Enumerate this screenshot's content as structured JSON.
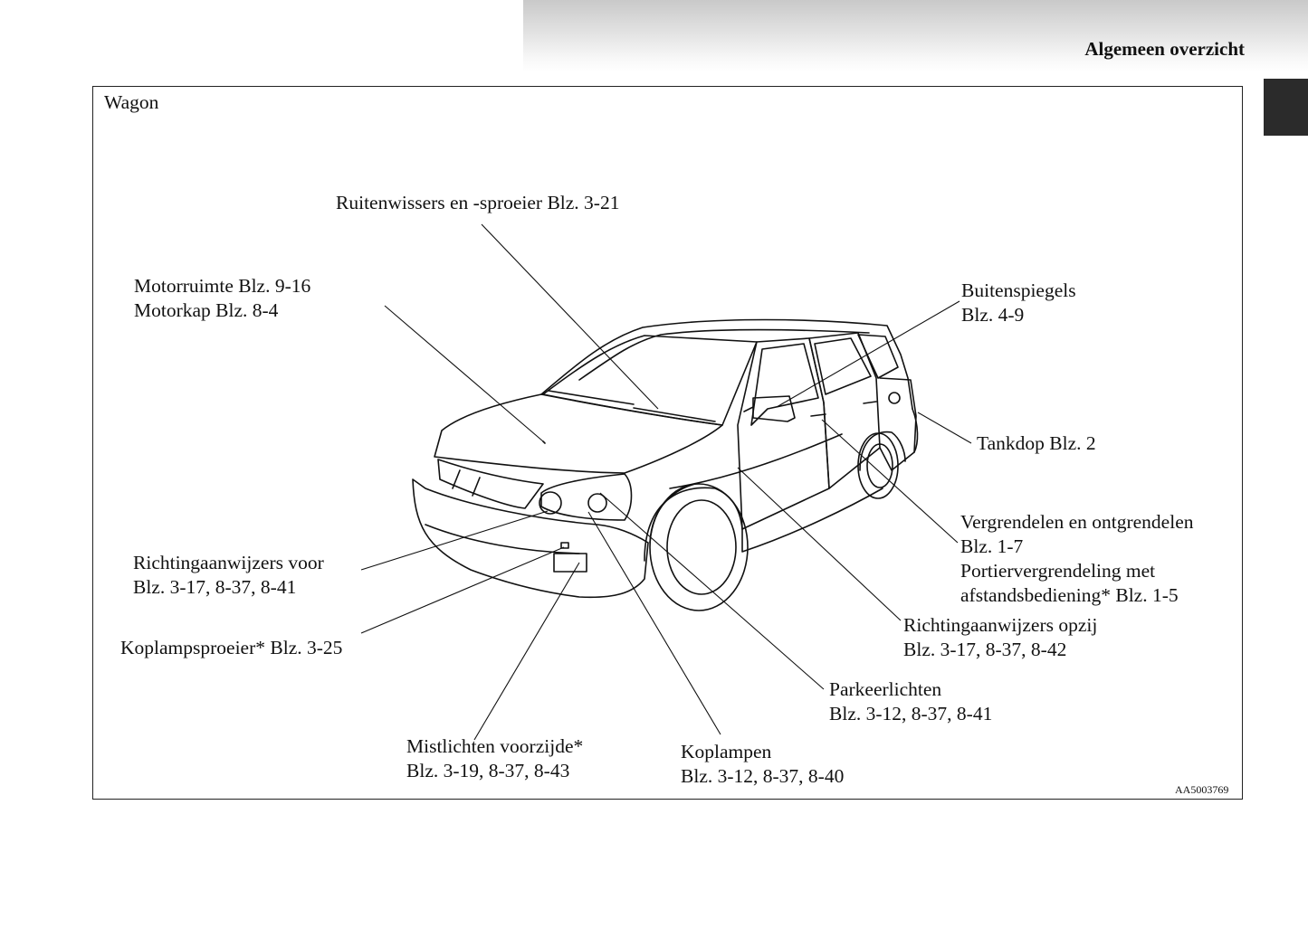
{
  "header": {
    "section_title": "Algemeen overzicht"
  },
  "figure": {
    "variant": "Wagon",
    "code": "AA5003769",
    "callouts": {
      "wipers": [
        "Ruitenwissers en -sproeier Blz. 3-21"
      ],
      "engine": [
        "Motorruimte Blz. 9-16",
        "Motorkap Blz. 8-4"
      ],
      "mirrors": [
        "Buitenspiegels",
        "Blz. 4-9"
      ],
      "fuel_cap": [
        "Tankdop Blz. 2"
      ],
      "locking": [
        "Vergrendelen en ontgrendelen",
        "Blz. 1-7",
        "Portiervergrendeling met",
        "afstandsbediening* Blz. 1-5"
      ],
      "side_indicators": [
        "Richtingaanwijzers opzij",
        "Blz. 3-17, 8-37, 8-42"
      ],
      "parking_lights": [
        "Parkeerlichten",
        "Blz. 3-12, 8-37, 8-41"
      ],
      "headlamps": [
        "Koplampen",
        "Blz. 3-12, 8-37, 8-40"
      ],
      "fog_lights": [
        "Mistlichten voorzijde*",
        "Blz. 3-19, 8-37, 8-43"
      ],
      "headlamp_washer": [
        "Koplampsproeier* Blz. 3-25"
      ],
      "front_indicators": [
        "Richtingaanwijzers voor",
        "Blz. 3-17, 8-37, 8-41"
      ]
    }
  }
}
